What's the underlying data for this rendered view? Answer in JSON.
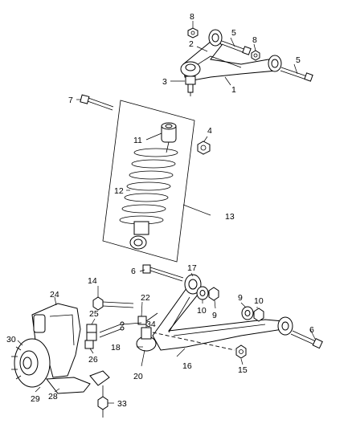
{
  "diagram": {
    "callouts": {
      "c1": "1",
      "c2": "2",
      "c3": "3",
      "c4": "4",
      "c5a": "5",
      "c5b": "5",
      "c6a": "6",
      "c6b": "6",
      "c7": "7",
      "c8a": "8",
      "c8b": "8",
      "c9a": "9",
      "c9b": "9",
      "c10a": "10",
      "c10b": "10",
      "c11": "11",
      "c12": "12",
      "c13": "13",
      "c14": "14",
      "c15": "15",
      "c16": "16",
      "c17": "17",
      "c18": "18",
      "c20": "20",
      "c22": "22",
      "c24": "24",
      "c25": "25",
      "c26": "26",
      "c28": "28",
      "c29": "29",
      "c30": "30",
      "c33": "33",
      "c34": "34"
    }
  }
}
